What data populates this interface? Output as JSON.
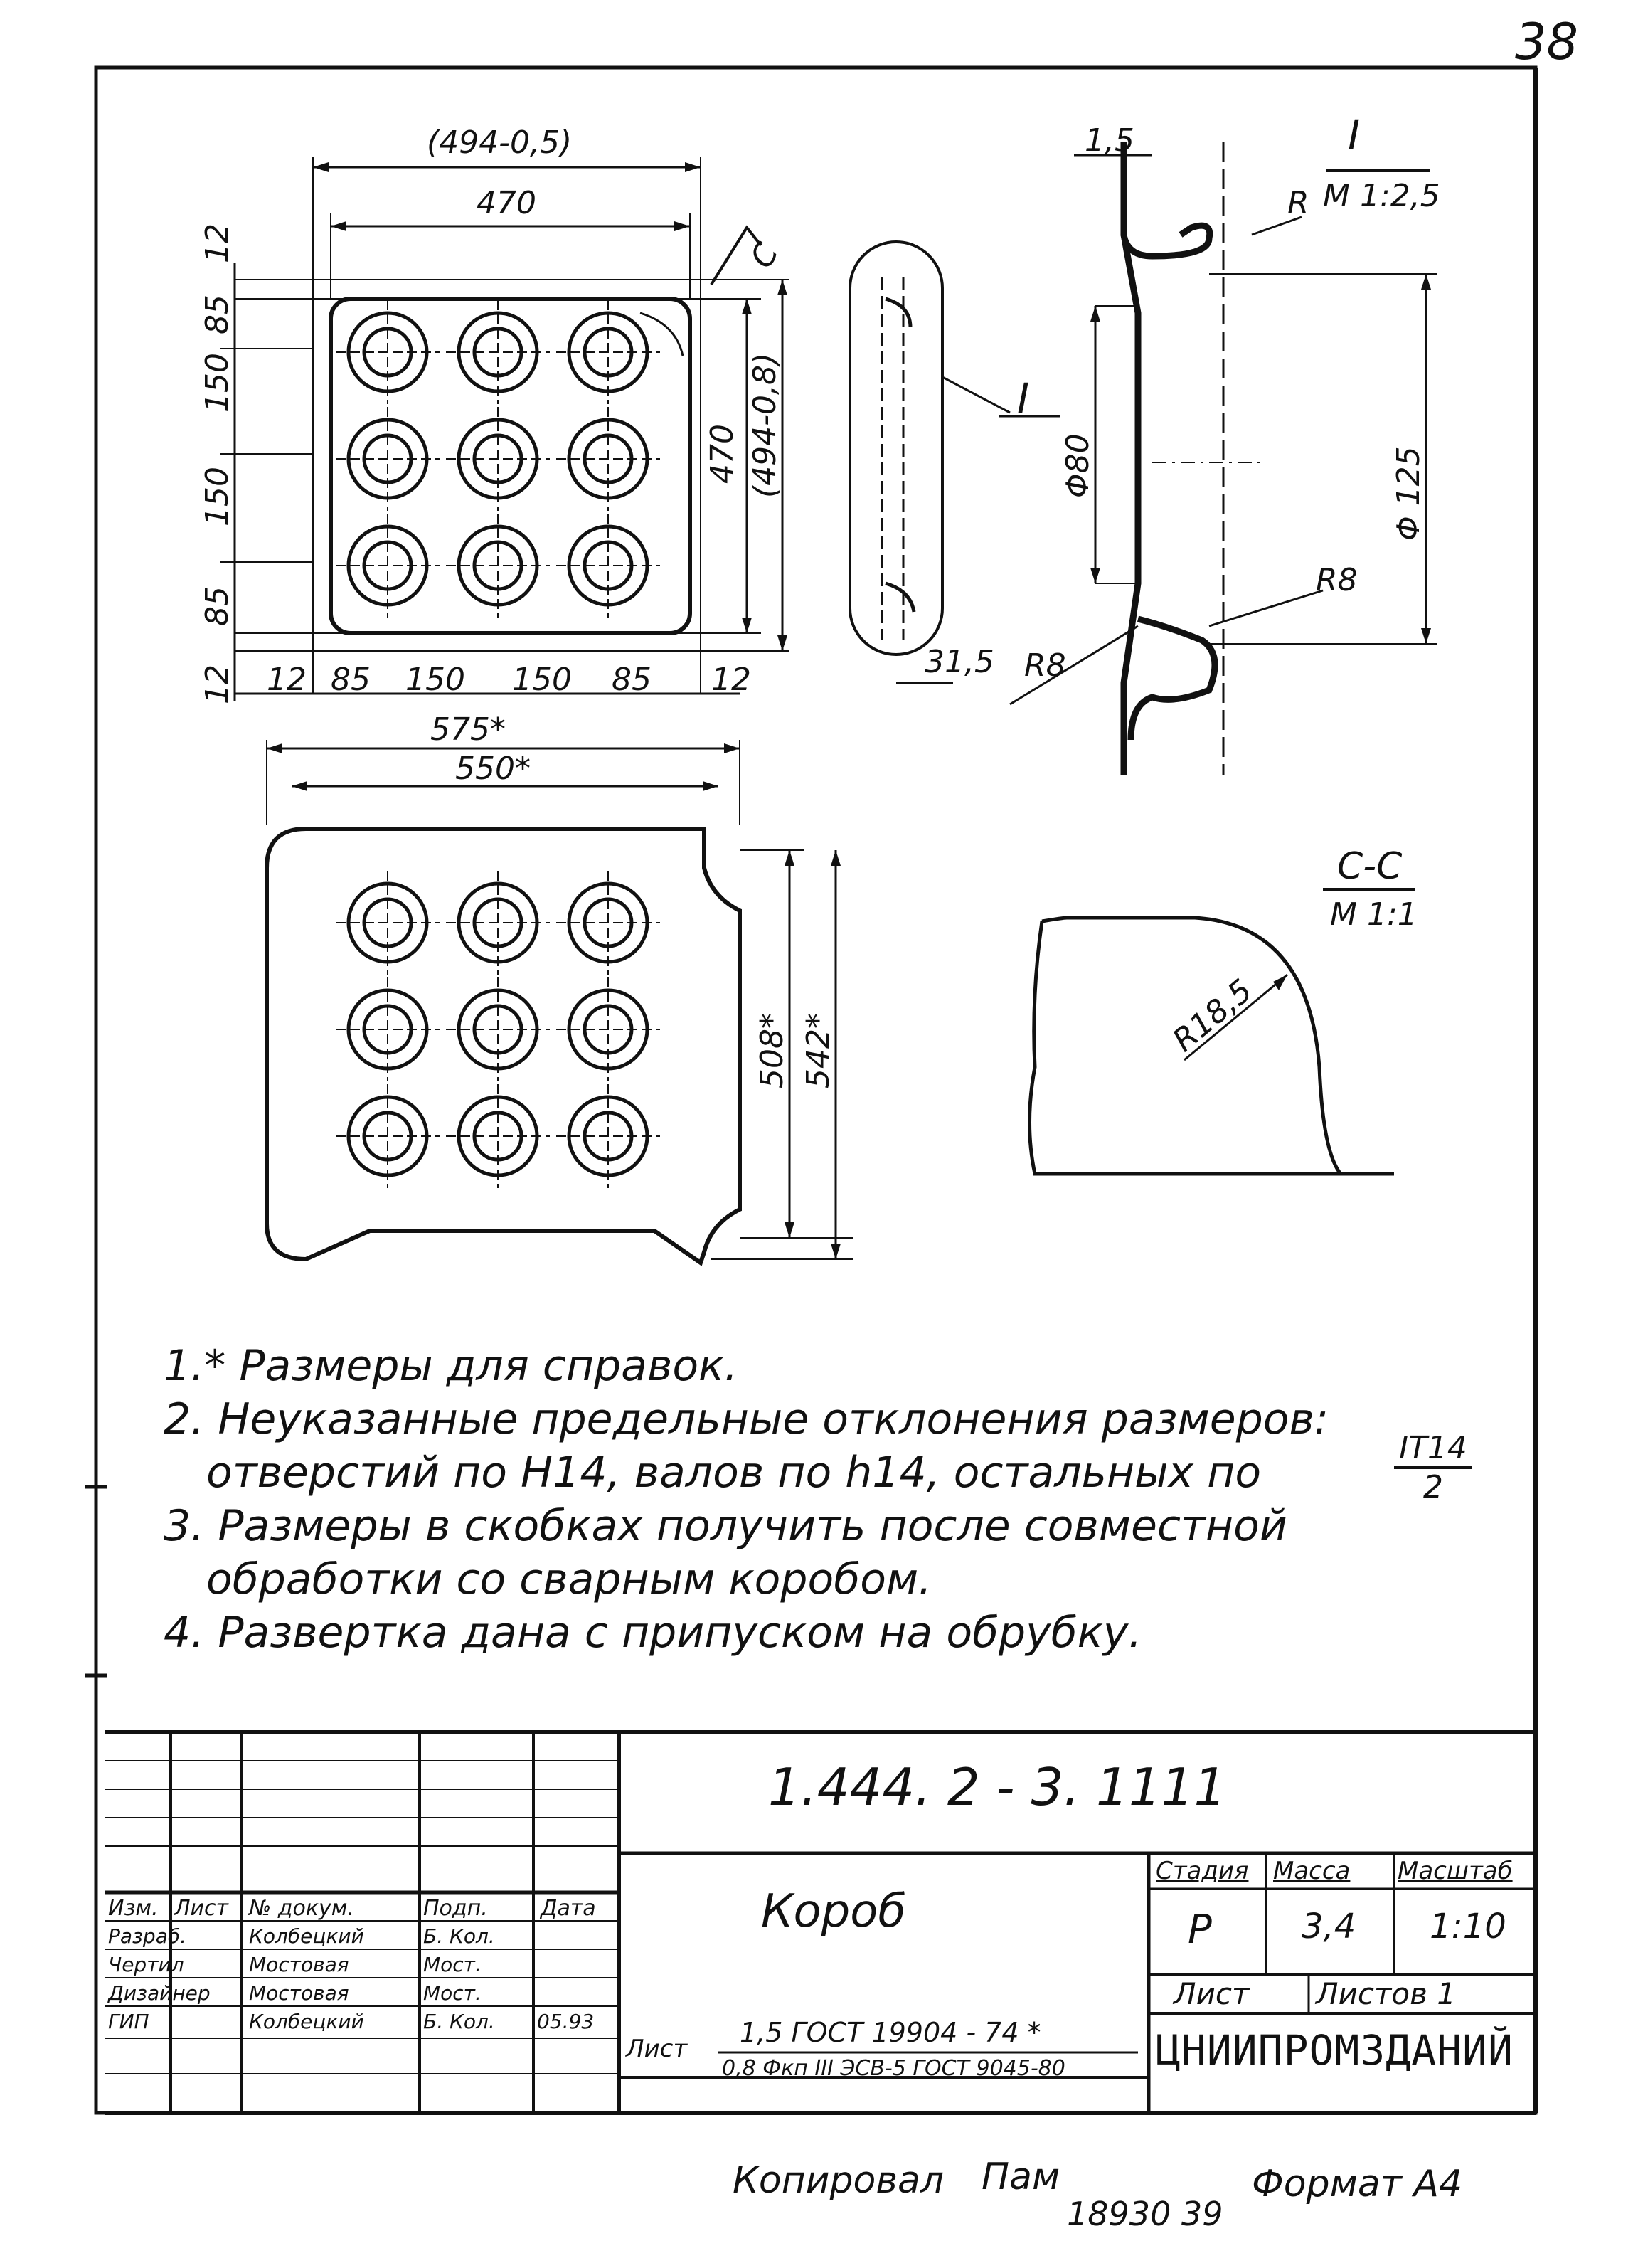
{
  "sheet_number": "38",
  "view_top": {
    "dim_overall": "(494-0,5)",
    "dim_inner": "470",
    "dim_right_inner": "470",
    "dim_right_overall": "(494-0,8)",
    "section_mark": "C",
    "left_dims": [
      "12",
      "85",
      "150",
      "150",
      "85",
      "12"
    ],
    "bottom_dims": [
      "12",
      "85",
      "150",
      "150",
      "85",
      "12"
    ],
    "hole_rows": 3,
    "hole_cols": 3
  },
  "view_detail": {
    "title": "I",
    "scale": "M 1:2,5",
    "dim_thickness": "1,5",
    "radius_label": "R",
    "dia_small": "Φ80",
    "dia_large": "Φ 125",
    "r8_right": "R8",
    "r8_left": "R8",
    "callout": "I",
    "dim_height": "31,5"
  },
  "view_flat": {
    "dim_outer": "575*",
    "dim_inner": "550*",
    "dim_vert_inner": "508*",
    "dim_vert_outer": "542*"
  },
  "view_section": {
    "title": "C-C",
    "scale": "M 1:1",
    "radius": "R18,5"
  },
  "notes": [
    "1.* Размеры для справок.",
    "2. Неуказанные предельные отклонения размеров:",
    "отверстий по Н14, валов по h14, остальных по",
    "3. Размеры в скобках получить после совместной",
    "обработки со сварным коробом.",
    "4. Развертка дана с припуском на обрубку."
  ],
  "tolerance_frac": {
    "num": "IT14",
    "den": "2"
  },
  "title_block": {
    "designation": "1.444. 2 - 3. 1111",
    "name": "Короб",
    "headers": {
      "izm": "Изм.",
      "list": "Лист",
      "doc": "№ докум.",
      "sign": "Подп.",
      "date": "Дата"
    },
    "roles": [
      {
        "role": "Разраб.",
        "name": "Колбецкий",
        "sign": "Б. Кол.",
        "date": ""
      },
      {
        "role": "Чертил",
        "name": "Мостовая",
        "sign": "Мост.",
        "date": ""
      },
      {
        "role": "Дизайнер",
        "name": "Мостовая",
        "sign": "Мост.",
        "date": ""
      },
      {
        "role": "ГИП",
        "name": "Колбецкий",
        "sign": "Б. Кол.",
        "date": "05.93"
      }
    ],
    "stage_label": "Стадия",
    "mass_label": "Масса",
    "scale_label": "Масштаб",
    "stage": "Р",
    "mass": "3,4",
    "scale": "1:10",
    "sheet_label": "Лист",
    "sheets_label": "Листов 1",
    "material_label": "Лист",
    "material_top": "1,5 ГОСТ 19904 - 74 *",
    "material_bottom": "0,8 Фкп III ЭСВ-5 ГОСТ 9045-80",
    "organization": "ЦНИИПРОМЗДАНИЙ"
  },
  "footer": {
    "copied": "Копировал",
    "copied_sign": "Пам",
    "archive": "18930 39",
    "format": "Формат А4"
  }
}
